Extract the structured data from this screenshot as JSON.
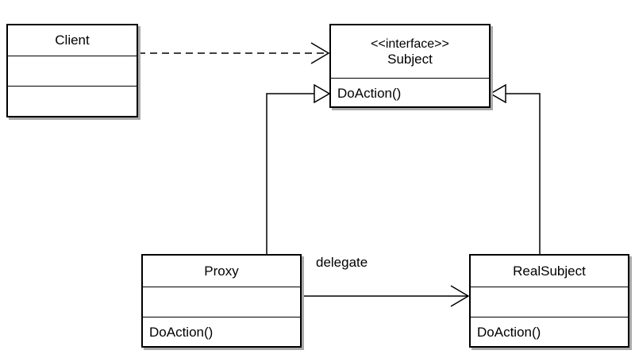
{
  "diagram": {
    "classes": {
      "client": {
        "name": "Client"
      },
      "subject": {
        "stereotype": "<<interface>>",
        "name": "Subject",
        "operations": [
          "DoAction()"
        ]
      },
      "proxy": {
        "name": "Proxy",
        "operations": [
          "DoAction()"
        ]
      },
      "real_subject": {
        "name": "RealSubject",
        "operations": [
          "DoAction()"
        ]
      }
    },
    "relations": {
      "client_subject": "dependency",
      "proxy_subject": "realization",
      "real_subject_subject": "realization",
      "proxy_real_subject": {
        "type": "association",
        "label": "delegate"
      }
    }
  }
}
